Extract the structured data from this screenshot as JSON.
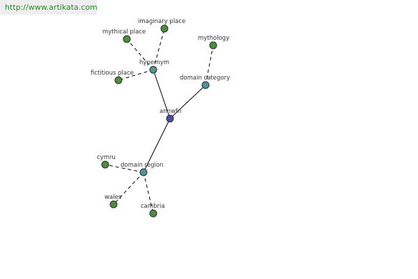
{
  "banner": {
    "url": "http://www.artikata.com"
  },
  "colors": {
    "center": "#4b4ea6",
    "relation": "#4f9596",
    "leaf": "#4e8c3e",
    "stroke": "#2a2a2a"
  },
  "graph": {
    "nodes": [
      {
        "id": "annwfn",
        "label": "annwfn",
        "kind": "center"
      },
      {
        "id": "hypernym",
        "label": "hypernym",
        "kind": "relation"
      },
      {
        "id": "domain-category",
        "label": "domain category",
        "kind": "relation"
      },
      {
        "id": "domain-region",
        "label": "domain region",
        "kind": "relation"
      },
      {
        "id": "imaginary-place",
        "label": "imaginary place",
        "kind": "leaf"
      },
      {
        "id": "mythical-place",
        "label": "mythical place",
        "kind": "leaf"
      },
      {
        "id": "fictitious-place",
        "label": "fictitious place",
        "kind": "leaf"
      },
      {
        "id": "mythology",
        "label": "mythology",
        "kind": "leaf"
      },
      {
        "id": "cymru",
        "label": "cymru",
        "kind": "leaf"
      },
      {
        "id": "wales",
        "label": "wales",
        "kind": "leaf"
      },
      {
        "id": "cambria",
        "label": "cambria",
        "kind": "leaf"
      }
    ],
    "edges": [
      {
        "from": "annwfn",
        "to": "hypernym",
        "style": "solid"
      },
      {
        "from": "annwfn",
        "to": "domain-category",
        "style": "solid"
      },
      {
        "from": "annwfn",
        "to": "domain-region",
        "style": "solid"
      },
      {
        "from": "hypernym",
        "to": "imaginary-place",
        "style": "dashed"
      },
      {
        "from": "hypernym",
        "to": "mythical-place",
        "style": "dashed"
      },
      {
        "from": "hypernym",
        "to": "fictitious-place",
        "style": "dashed"
      },
      {
        "from": "domain-category",
        "to": "mythology",
        "style": "dashed"
      },
      {
        "from": "domain-region",
        "to": "cymru",
        "style": "dashed"
      },
      {
        "from": "domain-region",
        "to": "wales",
        "style": "dashed"
      },
      {
        "from": "domain-region",
        "to": "cambria",
        "style": "dashed"
      }
    ]
  }
}
